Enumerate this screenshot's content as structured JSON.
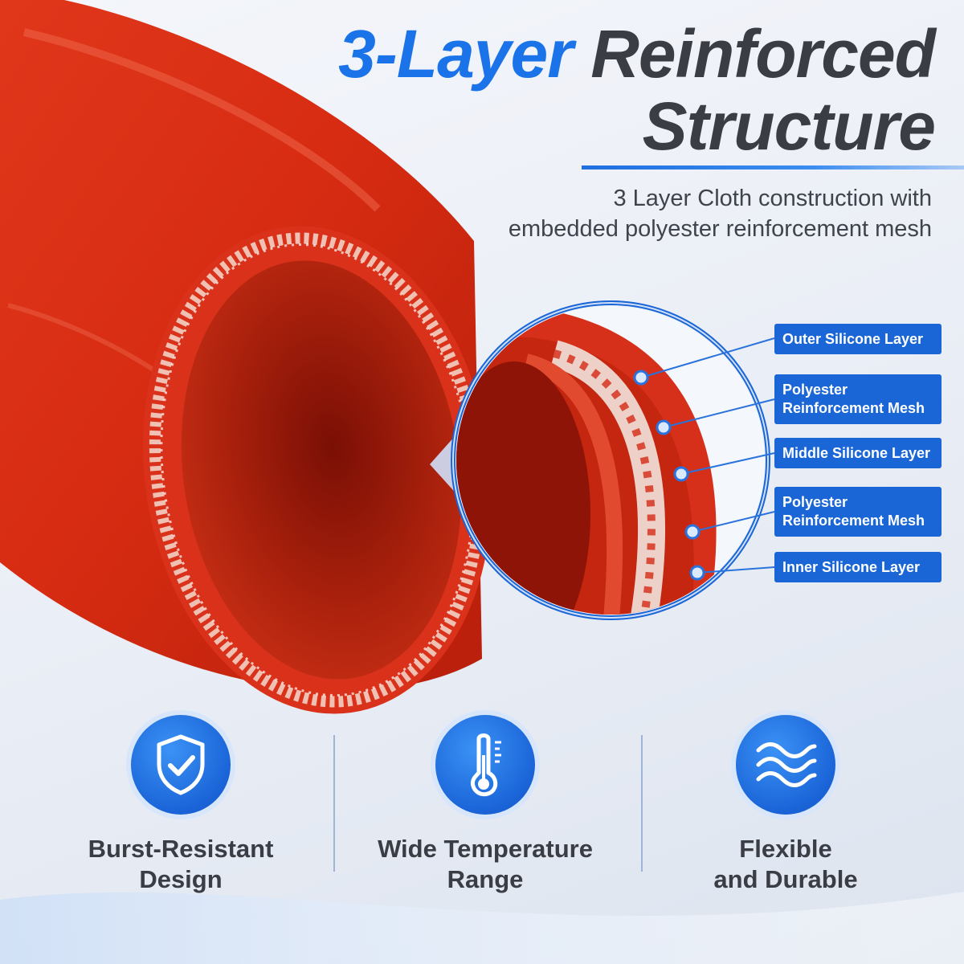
{
  "headline": {
    "number_part": "3-Layer",
    "word_part": "Reinforced",
    "line2": "Structure"
  },
  "subtitle": {
    "line1": "3 Layer Cloth construction with",
    "line2": "embedded polyester reinforcement mesh"
  },
  "callouts": [
    {
      "label": "Outer Silicone Layer"
    },
    {
      "label": "Polyester Reinforcement Mesh"
    },
    {
      "label": "Middle Silicone Layer"
    },
    {
      "label": "Polyester Reinforcement Mesh"
    },
    {
      "label": "Inner Silicone Layer"
    }
  ],
  "features": [
    {
      "icon": "shield-check-icon",
      "line1": "Burst-Resistant",
      "line2": "Design"
    },
    {
      "icon": "thermometer-icon",
      "line1": "Wide Temperature",
      "line2": "Range"
    },
    {
      "icon": "waves-icon",
      "line1": "Flexible",
      "line2": "and Durable"
    }
  ],
  "colors": {
    "accent_blue": "#1a73e8",
    "label_blue": "#1a66d6",
    "hose_red": "#d22a12",
    "text_dark": "#3a3d44"
  }
}
